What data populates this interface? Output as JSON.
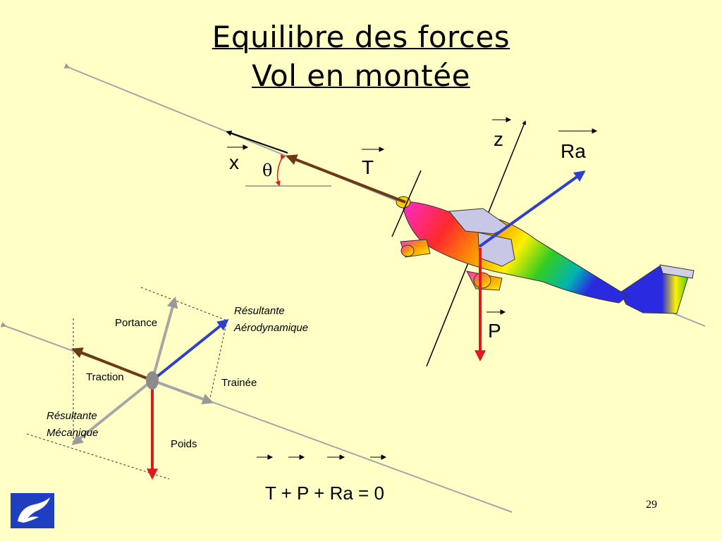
{
  "title": {
    "line1": "Equilibre des forces",
    "line2": "Vol en montée"
  },
  "labels": {
    "x": "x",
    "theta": "θ",
    "T": "T",
    "z": "z",
    "Ra": "Ra",
    "P": "P",
    "portance": "Portance",
    "resultante_aero_1": "Résultante",
    "resultante_aero_2": "Aérodynamique",
    "traction": "Traction",
    "trainee": "Trainée",
    "resultante_meca_1": "Résultante",
    "resultante_meca_2": "Mécanique",
    "poids": "Poids"
  },
  "equation": {
    "T": "T",
    "plus1": " + ",
    "P": "P",
    "plus2": " + ",
    "Ra": "Ra",
    "eq": " = 0"
  },
  "page_number": "29",
  "colors": {
    "background": "#FFFFC6",
    "traction": "#6B3A14",
    "weight": "#E0191B",
    "aero": "#2E3FD0",
    "component": "#A6A6A6"
  }
}
